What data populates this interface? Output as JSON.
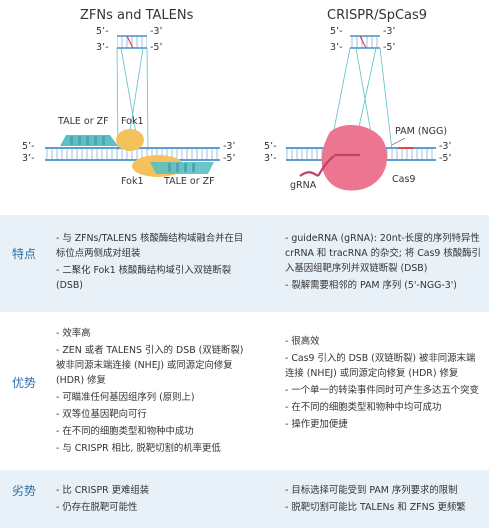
{
  "diagram": {
    "left_title": "ZFNs and TALENs",
    "right_title": "CRISPR/SpCas9",
    "strand_5": "5’-",
    "strand_3": "3’-",
    "end_3": "-3’",
    "end_5": "-5’",
    "left_labels": {
      "tale_zf_top": "TALE or ZF",
      "fok1_top": "Fok1",
      "fok1_bottom": "Fok1",
      "tale_zf_bottom": "TALE or ZF"
    },
    "right_labels": {
      "pam": "PAM (NGG)",
      "grna": "gRNA",
      "cas9": "Cas9"
    },
    "colors": {
      "dna": "#4a90c8",
      "rung": "#9dc3e6",
      "cut": "#e04848",
      "tale": "#5bbfc4",
      "fok": "#f3c25a",
      "cas9": "#ec7691",
      "grna": "#c44260"
    }
  },
  "rows": [
    {
      "label": "特点",
      "left": [
        "- 与 ZFNs/TALENS 核酸酶结构域融合并在目标位点两侧成对组装",
        "- 二聚化 Fok1 核酸酶结构域引入双链断裂 (DSB)"
      ],
      "right": [
        "- guideRNA (gRNA): 20nt-长度的序列特异性 crRNA 和 tracRNA 的杂交; 将 Cas9 核酸酶引入基因组靶序列并双链断裂 (DSB)",
        "- 裂解需要相邻的 PAM 序列 (5'-NGG-3')"
      ]
    },
    {
      "label": "优势",
      "left": [
        "- 效率高",
        "- ZEN 或者 TALENS 引入的 DSB (双链断裂) 被非同源末端连接 (NHEJ) 或同源定向修复 (HDR) 修复",
        "- 可瞄准任何基因组序列 (原则上)",
        "- 双等位基因靶向可行",
        "- 在不同的细胞类型和物种中成功",
        "- 与 CRISPR 相比, 脱靶切割的机率更低"
      ],
      "right": [
        "- 很高效",
        "- Cas9 引入的 DSB (双链断裂) 被非同源末端连接 (NHEJ) 或同源定向修复 (HDR) 修复",
        "- 一个单一的转染事件同时可产生多达五个突变",
        "- 在不同的细胞类型和物种中均可成功",
        "- 操作更加便捷"
      ]
    },
    {
      "label": "劣势",
      "left": [
        "- 比 CRISPR 更难组装",
        "- 仍存在脱靶可能性"
      ],
      "right": [
        "- 目标选择可能受到 PAM 序列要求的限制",
        "- 脱靶切割可能比 TALENs 和 ZFNS 更频繁"
      ]
    }
  ]
}
